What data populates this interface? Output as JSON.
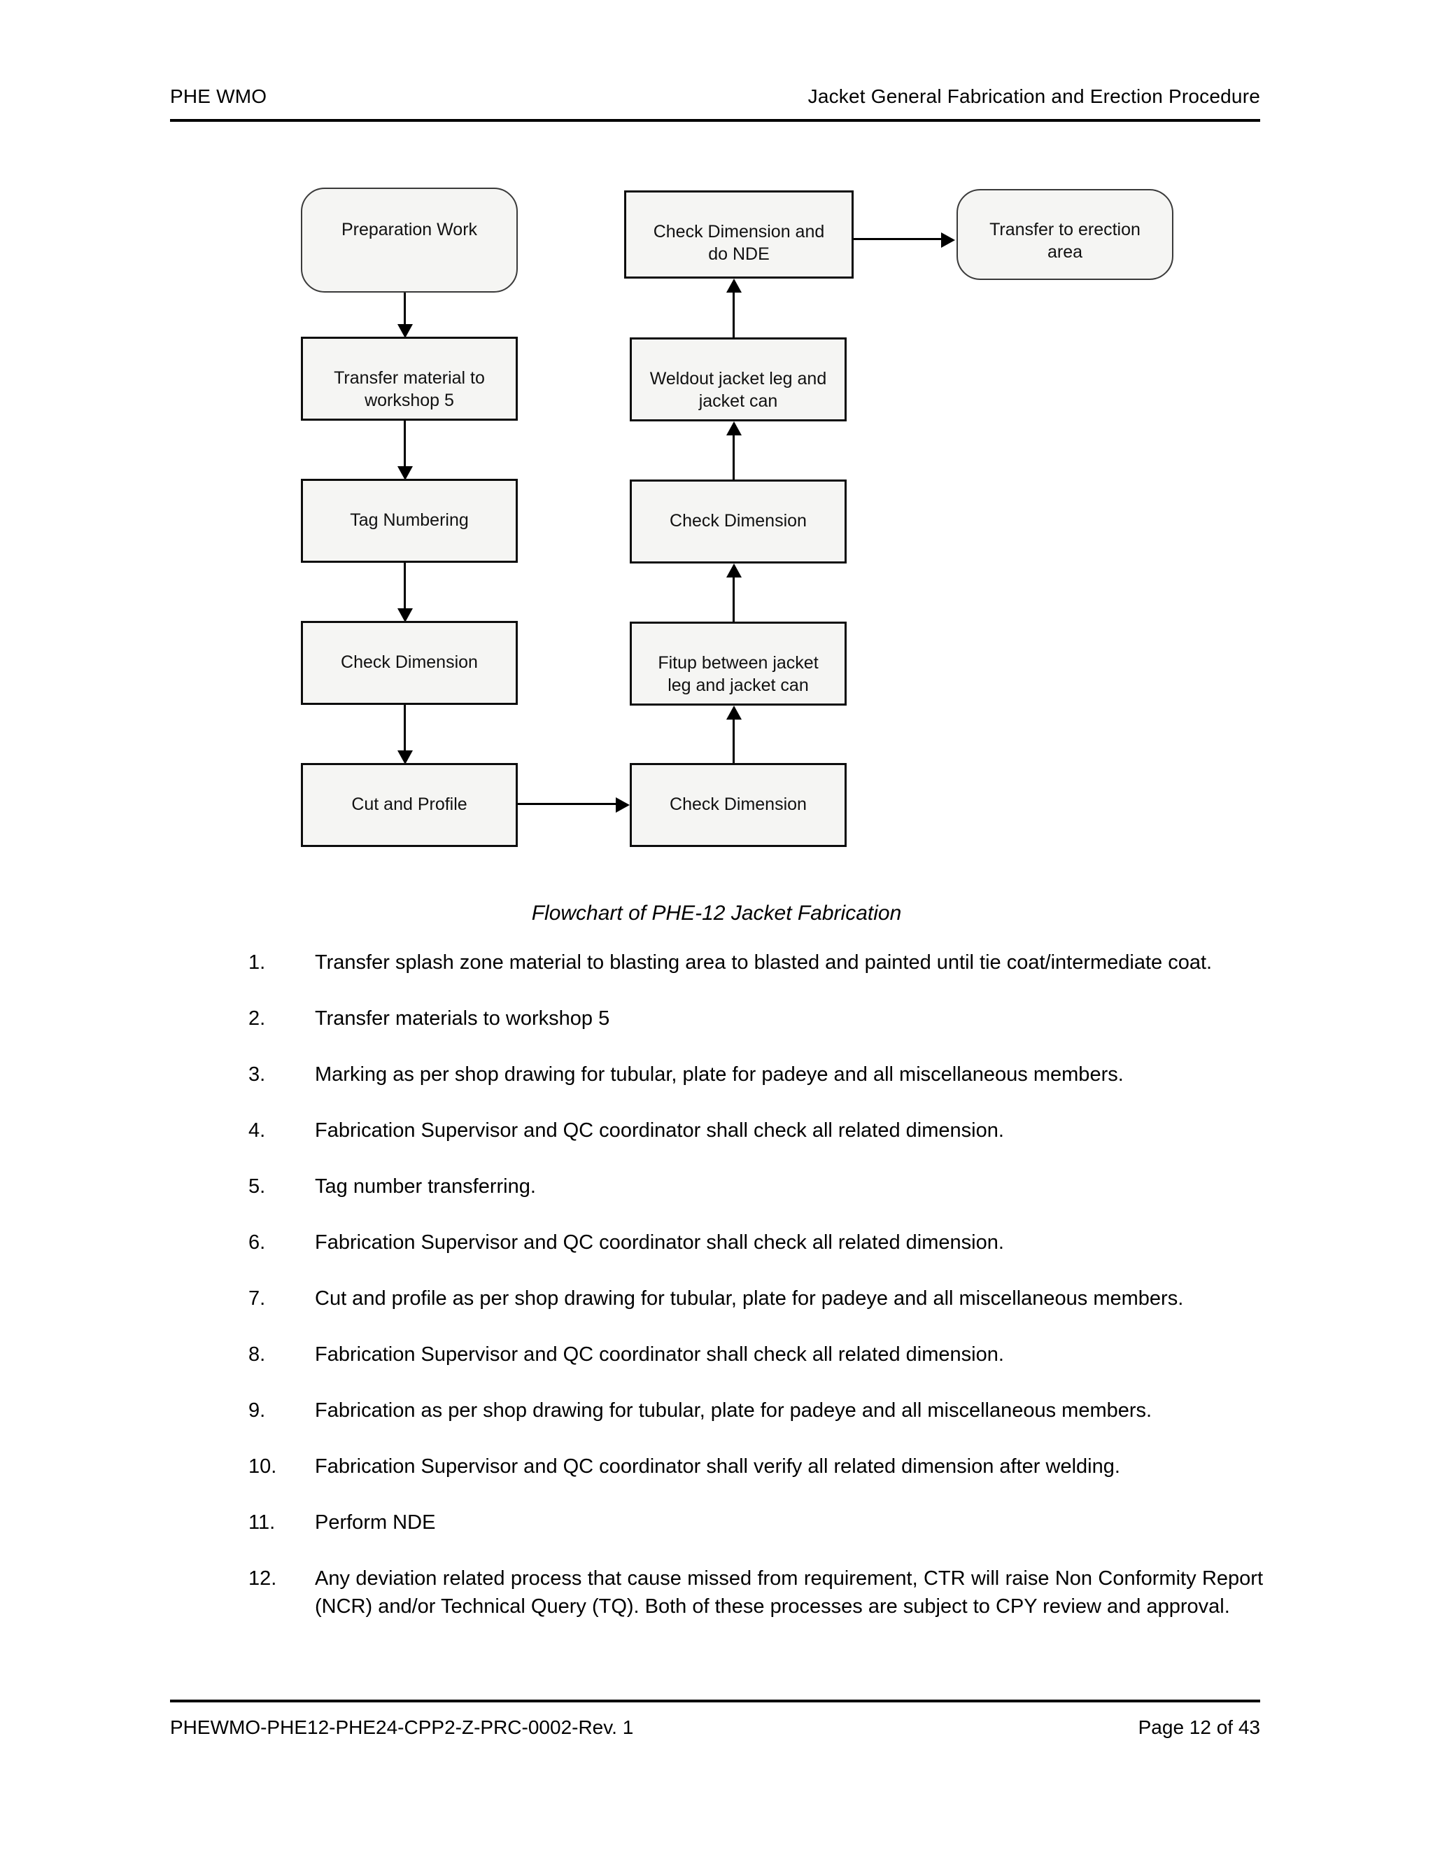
{
  "header": {
    "left": "PHE WMO",
    "right": "Jacket General Fabrication and Erection Procedure"
  },
  "flowchart": {
    "caption": "Flowchart of PHE-12 Jacket Fabrication",
    "nodes": {
      "preparation_work": "Preparation Work",
      "transfer_material": "Transfer material to workshop 5",
      "tag_numbering": "Tag Numbering",
      "check_dimension_1": "Check Dimension",
      "cut_and_profile": "Cut and Profile",
      "check_dimension_2": "Check Dimension",
      "fitup": "Fitup between jacket leg and jacket can",
      "check_dimension_3": "Check Dimension",
      "weldout": "Weldout jacket leg and jacket can",
      "check_dimension_nde": "Check Dimension and do NDE",
      "transfer_erection": "Transfer to erection area"
    },
    "node_lines": {
      "transfer_material": [
        "Transfer material to",
        "workshop 5"
      ],
      "fitup": [
        "Fitup between jacket",
        "leg and jacket can"
      ],
      "weldout": [
        "Weldout jacket leg and",
        "jacket can"
      ],
      "check_dimension_nde": [
        "Check Dimension and",
        "do NDE"
      ],
      "transfer_erection": [
        "Transfer to erection",
        "area"
      ]
    }
  },
  "steps": [
    {
      "num": "1.",
      "text": "Transfer splash zone material to blasting area to blasted and painted until tie coat/intermediate coat."
    },
    {
      "num": "2.",
      "text": "Transfer materials to workshop 5"
    },
    {
      "num": "3.",
      "text": "Marking as per shop drawing for tubular, plate for padeye and all miscellaneous members."
    },
    {
      "num": "4.",
      "text": "Fabrication Supervisor and QC coordinator shall check all related dimension."
    },
    {
      "num": "5.",
      "text": "Tag number transferring."
    },
    {
      "num": "6.",
      "text": "Fabrication Supervisor and QC coordinator shall check all related dimension."
    },
    {
      "num": "7.",
      "text": "Cut and profile as per shop drawing for tubular, plate for padeye and all miscellaneous members."
    },
    {
      "num": "8.",
      "text": "Fabrication Supervisor and QC coordinator shall check all related dimension."
    },
    {
      "num": "9.",
      "text": "Fabrication as per shop drawing for tubular, plate for padeye and all miscellaneous members."
    },
    {
      "num": "10.",
      "text": "Fabrication Supervisor and QC coordinator shall verify all related dimension after welding."
    },
    {
      "num": "11.",
      "text": "Perform NDE"
    },
    {
      "num": "12.",
      "text": "Any deviation related process that cause missed from requirement, CTR will raise Non Conformity Report (NCR) and/or Technical Query (TQ). Both of these processes are subject to CPY review and approval."
    }
  ],
  "footer": {
    "document_id": "PHEWMO-PHE12-PHE24-CPP2-Z-PRC-0002-Rev. 1",
    "page_label": "Page 12 of 43"
  }
}
